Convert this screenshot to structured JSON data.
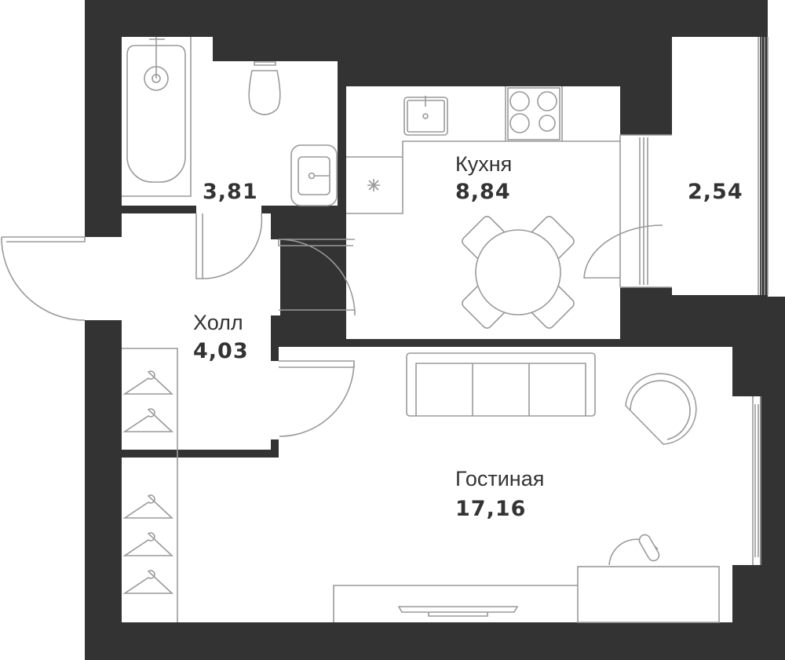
{
  "plan": {
    "rooms": [
      {
        "id": "bathroom",
        "name": "",
        "area": "3,81"
      },
      {
        "id": "kitchen",
        "name": "Кухня",
        "area": "8,84"
      },
      {
        "id": "balcony",
        "name": "",
        "area": "2,54"
      },
      {
        "id": "hall",
        "name": "Холл",
        "area": "4,03"
      },
      {
        "id": "living",
        "name": "Гостиная",
        "area": "17,16"
      }
    ],
    "colors": {
      "wall": "#333333",
      "floor": "#ffffff",
      "furniture": "#9a9a9a"
    }
  }
}
